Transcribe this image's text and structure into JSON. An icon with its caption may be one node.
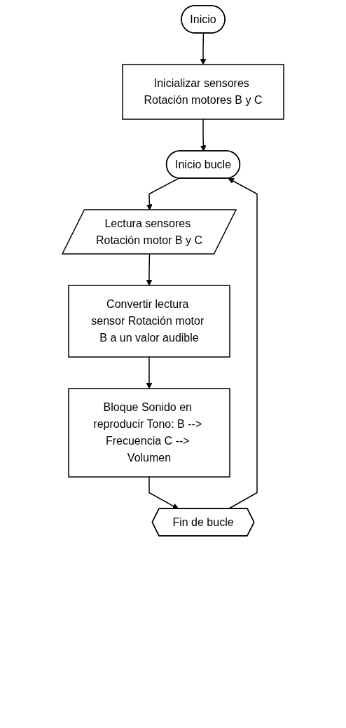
{
  "diagram": {
    "nodes": [
      {
        "text": [
          "Inicio"
        ]
      },
      {
        "text": [
          "Inicializar sensores Rotación motores B y C"
        ]
      },
      {
        "text": [
          "Inicio bucle"
        ]
      },
      {
        "text": [
          "Lectura sensores Rotación motor B y C"
        ]
      },
      {
        "text": [
          "Convertir lectura sensor Rotación motor B a un valor audible"
        ]
      },
      {
        "text": [
          "Bloque Sonido en reproducir Tono: B --> Frecuencia C --> Volumen"
        ]
      },
      {
        "text": [
          "Fin de bucle"
        ]
      }
    ],
    "edges": [
      {
        "from": 0,
        "to": 1,
        "arrow": "to"
      },
      {
        "from": 1,
        "to": 2,
        "arrow": "to"
      },
      {
        "from": 2,
        "to": 3,
        "arrow": "to"
      },
      {
        "from": 3,
        "to": 4,
        "arrow": "to"
      },
      {
        "from": 4,
        "to": 5,
        "arrow": "to"
      },
      {
        "from": 5,
        "to": 6,
        "arrow": "to"
      },
      {
        "from": 6,
        "to": 2,
        "arrow": "to"
      }
    ]
  }
}
